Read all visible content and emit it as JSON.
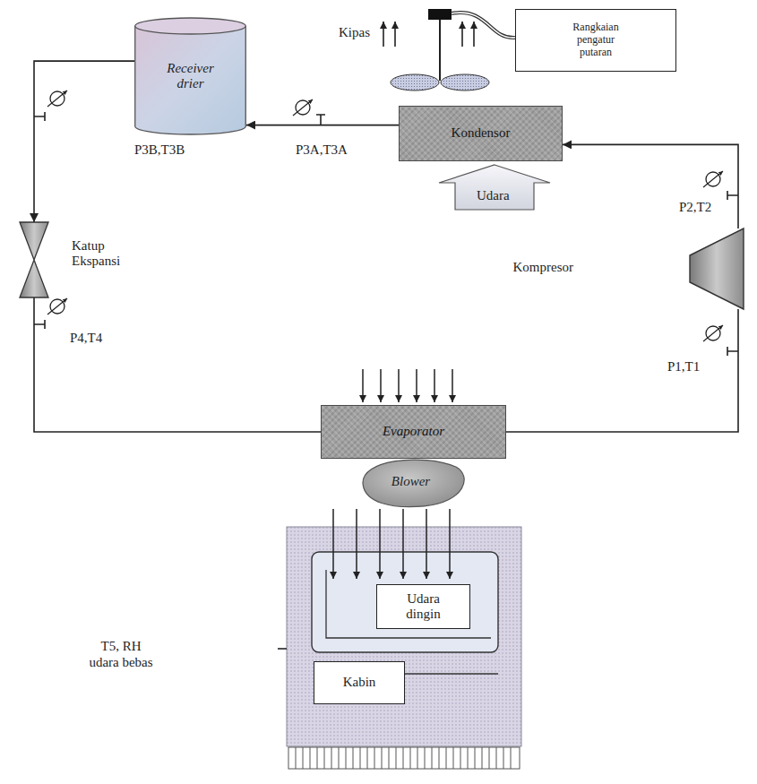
{
  "diagram": {
    "nodes": [
      {
        "text": [
          "Rangkaian pengatur putaran"
        ]
      },
      {
        "text": [
          "Receiver drier"
        ]
      },
      {
        "text": [
          "Kondensor"
        ]
      },
      {
        "text": [
          "Kompresor"
        ]
      },
      {
        "text": [
          "Katup Ekspansi"
        ]
      },
      {
        "text": [
          "Evaporator"
        ]
      },
      {
        "text": [
          "Blower"
        ]
      },
      {
        "text": [
          "Udara dingin"
        ]
      },
      {
        "text": [
          "Kabin"
        ]
      }
    ],
    "edges": [
      {
        "from": 2,
        "to": 1,
        "arrow": "to"
      },
      {
        "from": 1,
        "to": 4,
        "arrow": "to"
      },
      {
        "from": 4,
        "to": 5,
        "arrow": "none"
      },
      {
        "from": 5,
        "to": 3,
        "arrow": "none"
      },
      {
        "from": 3,
        "to": 2,
        "arrow": "to"
      }
    ],
    "labels": [
      "Kipas",
      "P3B,T3B",
      "P3A,T3A",
      "Udara",
      "P2,T2",
      "P4,T4",
      "P1,T1",
      "T5, RH udara bebas"
    ]
  }
}
